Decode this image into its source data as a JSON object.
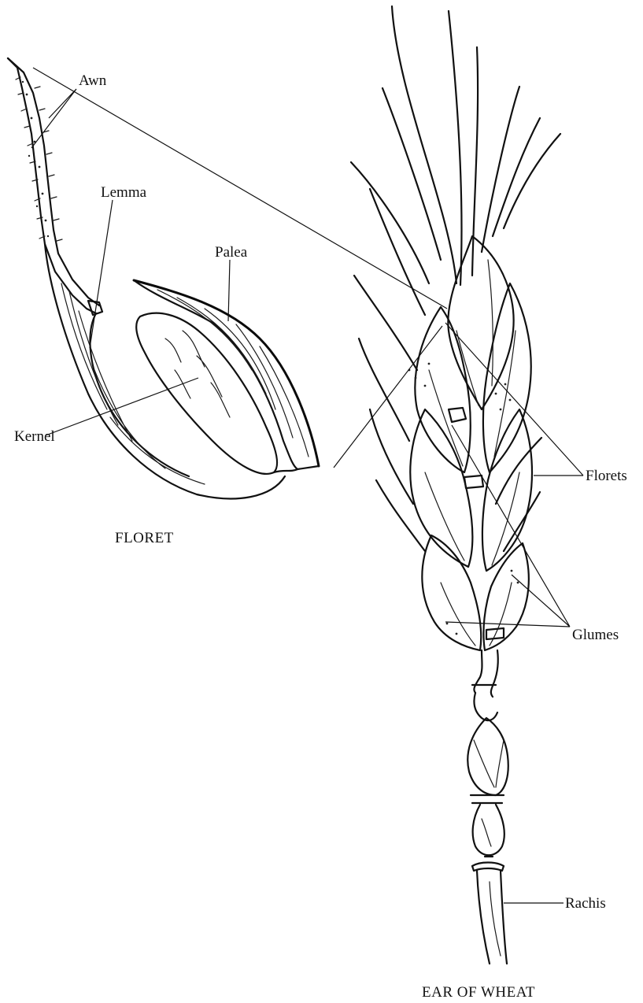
{
  "labels": {
    "awn": "Awn",
    "lemma": "Lemma",
    "palea": "Palea",
    "kernel": "Kernel",
    "florets": "Florets",
    "glumes": "Glumes",
    "rachis": "Rachis"
  },
  "captions": {
    "floret": "FLORET",
    "ear": "EAR OF WHEAT"
  }
}
